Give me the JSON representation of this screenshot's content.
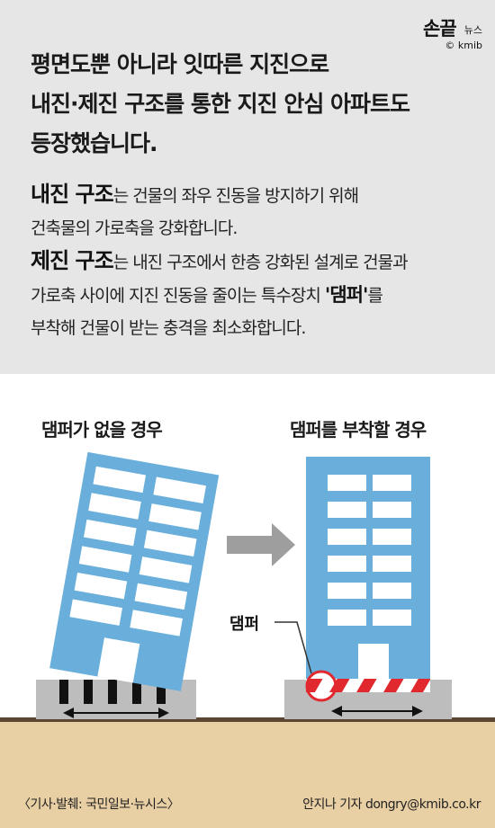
{
  "logo": {
    "main": "손끝",
    "sub": "뉴스",
    "brand": "© kmib"
  },
  "intro": [
    "평면도뿐 아니라 잇따른 지진으로",
    "내진·제진 구조를 통한 지진 안심 아파트도",
    "등장했습니다."
  ],
  "desc": {
    "seismic_term": "내진 구조",
    "seismic_rest_1": "는 건물의 좌우 진동을 방지하기 위해",
    "seismic_rest_2": "건축물의 가로축을 강화합니다.",
    "damping_term": "제진 구조",
    "damping_rest_1": "는 내진 구조에서 한층 강화된 설계로 건물과",
    "damping_rest_2a": "가로축 사이에 지진 진동을 줄이는 특수장치 ",
    "damping_highlight": "'댐퍼'",
    "damping_rest_2b": "를",
    "damping_rest_3": "부착해 건물이 받는 충격을 최소화합니다."
  },
  "captions": {
    "left": "댐퍼가 없을 경우",
    "right": "댐퍼를 부착할 경우"
  },
  "damper_label": "댐퍼",
  "footer": {
    "source": "〈기사·발췌: 국민일보·뉴시스〉",
    "reporter": "안지나 기자 dongry@kmib.co.kr"
  },
  "colors": {
    "panel": "#e6e6e6",
    "building": "#6aafdc",
    "window": "#ffffff",
    "ground": "#e8cfa4",
    "ground_line": "#5a4632",
    "base": "#bdbdbd",
    "damper_red": "#e0282e",
    "arrow": "#9e9e9e"
  }
}
